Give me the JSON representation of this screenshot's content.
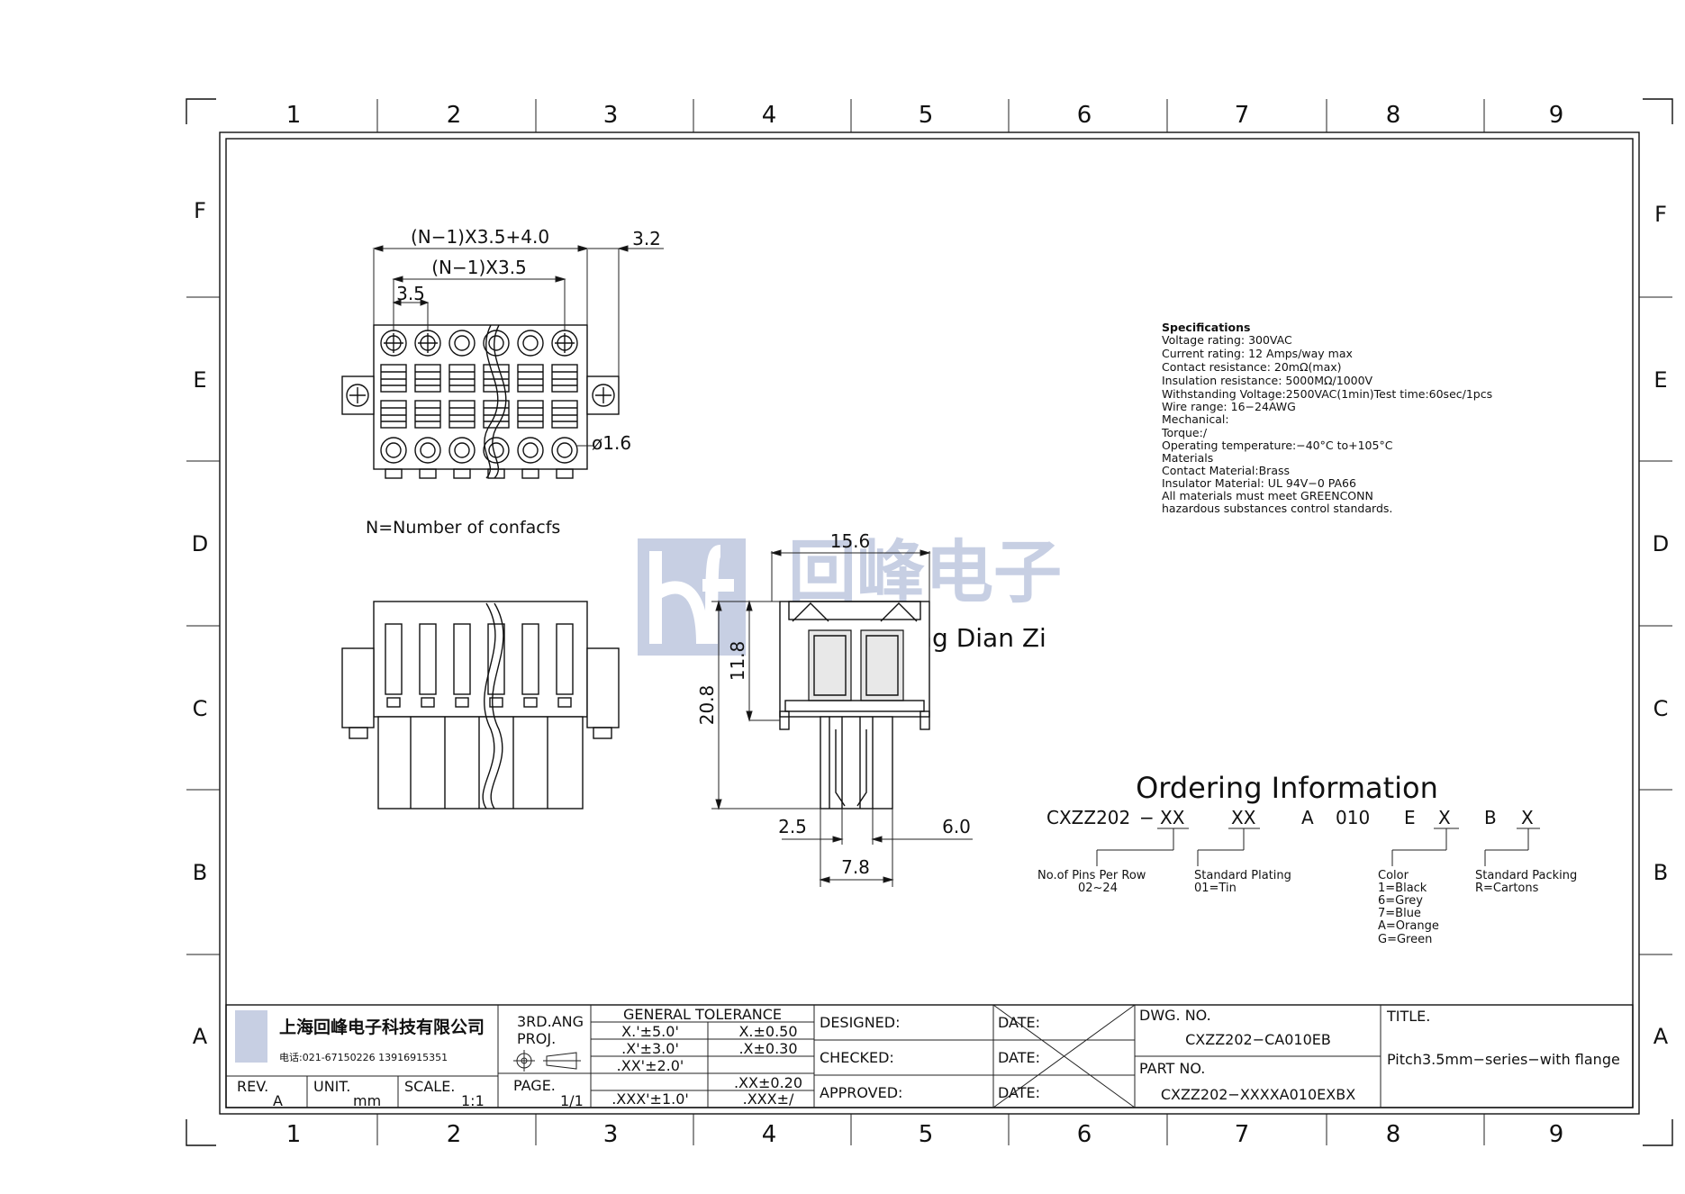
{
  "frame": {
    "columns": [
      "1",
      "2",
      "3",
      "4",
      "5",
      "6",
      "7",
      "8",
      "9"
    ],
    "rows": [
      "F",
      "E",
      "D",
      "C",
      "B",
      "A"
    ]
  },
  "watermark": {
    "cn": "回峰电子",
    "pinyin": "Hui Feng Dian Zi"
  },
  "top_view": {
    "dim_overall": "(N−1)X3.5+4.0",
    "dim_pitch_total": "(N−1)X3.5",
    "dim_pitch": "3.5",
    "dim_flange": "3.2",
    "dim_hole": "ø1.6",
    "note": "N=Number of confacfs"
  },
  "side_view": {
    "dim_width": "15.6",
    "dim_height_total": "20.8",
    "dim_height_body": "11.8",
    "dim_pin_left": "2.5",
    "dim_pin_right": "6.0",
    "dim_pin_span": "7.8"
  },
  "specs": [
    "Specifications",
    "Voltage rating: 300VAC",
    "Current rating: 12 Amps/way max",
    "Contact resistance: 20mΩ(max)",
    "Insulation resistance: 5000MΩ/1000V",
    "Withstanding Voltage:2500VAC(1min)Test time:60sec/1pcs",
    "Wire range: 16−24AWG",
    "Mechanical:",
    "Torque:/",
    "Operating temperature:−40°C to+105°C",
    "Materials",
    "Contact Material:Brass",
    "Insulator Material: UL 94V−0 PA66",
    "All materials must meet GREENCONN",
    "hazardous substances control standards."
  ],
  "ordering": {
    "title": "Ordering Information",
    "code": {
      "prefix": "CXZZ202",
      "dash": "−",
      "xx1": "XX",
      "xx2": "XX",
      "a": "A",
      "num": "010",
      "e": "E",
      "x1": "X",
      "b": "B",
      "x2": "X"
    },
    "pins_label": "No.of Pins Per Row",
    "pins_range": "02~24",
    "plating_label": "Standard Plating",
    "plating_value": "01=Tin",
    "color_label": "Color",
    "colors": [
      "1=Black",
      "6=Grey",
      "7=Blue",
      "A=Orange",
      "G=Green"
    ],
    "packing_label": "Standard Packing",
    "packing_value": "R=Cartons"
  },
  "title_block": {
    "company_cn": "上海回峰电子科技有限公司",
    "company_phone": "电话:021-67150226 13916915351",
    "rev_label": "REV.",
    "rev_value": "A",
    "unit_label": "UNIT.",
    "unit_value": "mm",
    "scale_label": "SCALE.",
    "scale_value": "1:1",
    "proj_label_1": "3RD.ANG",
    "proj_label_2": "PROJ.",
    "page_label": "PAGE.",
    "page_value": "1/1",
    "tol_header": "GENERAL TOLERANCE",
    "tol_left": [
      "X.'±5.0'",
      ".X'±3.0'",
      ".XX'±2.0'",
      ".XXX'±1.0'"
    ],
    "tol_right": [
      "X.±0.50",
      ".X±0.30",
      ".XX±0.20",
      ".XXX±/"
    ],
    "designed": "DESIGNED:",
    "checked": "CHECKED:",
    "approved": "APPROVED:",
    "date": "DATE:",
    "dwg_label": "DWG. NO.",
    "dwg_value": "CXZZ202−CA010EB",
    "part_label": "PART NO.",
    "part_value": "CXZZ202−XXXXA010EXBX",
    "title_label": "TITLE.",
    "title_value": "Pitch3.5mm−series−with flange"
  }
}
